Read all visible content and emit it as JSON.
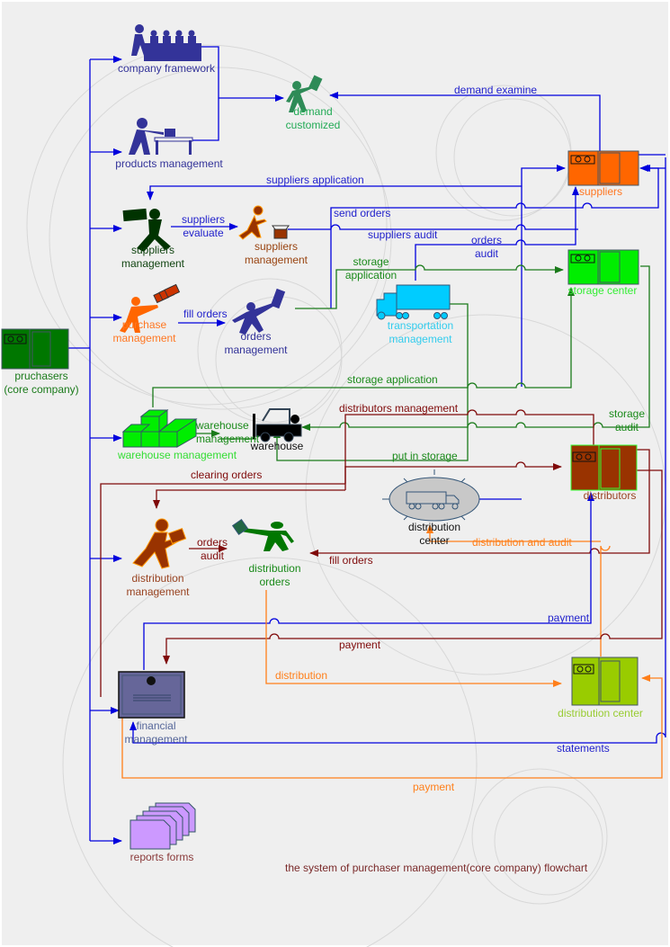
{
  "title": "the system of purchaser management(core company) flowchart",
  "colors": {
    "background": "#efefef",
    "blue": "#0000dd",
    "green": "#1a7a1a",
    "darkred": "#7f0a0a",
    "orange": "#ff7f1a",
    "navy": "#333399",
    "demand_green": "#2e8b57",
    "supplier_orange": "#ff6600",
    "storage_green": "#00ee00",
    "distributor_brown": "#993300",
    "dist_center_lime": "#99cc00",
    "truck_cyan": "#00ccff",
    "financial_slate": "#666699",
    "reports_purple": "#cc99ff"
  },
  "nodes": {
    "purchasers": {
      "line1": "pruchasers",
      "line2": "(core company)",
      "icon": "server-cabinet-icon"
    },
    "company_framework": {
      "label": "company framework",
      "icon": "meeting-icon"
    },
    "products_management": {
      "label": "products management",
      "icon": "worker-desk-icon"
    },
    "demand_customized": {
      "line1": "demand",
      "line2": "customized",
      "icon": "person-sign-icon"
    },
    "suppliers": {
      "label": "suppliers",
      "icon": "server-cabinet-icon"
    },
    "suppliers_management_1": {
      "line1": "suppliers",
      "line2": "management",
      "icon": "person-sign-icon"
    },
    "suppliers_management_2": {
      "line1": "suppliers",
      "line2": "management",
      "icon": "worker-box-icon"
    },
    "purchase_management": {
      "line1": "purchase",
      "line2": "management",
      "icon": "person-cards-icon"
    },
    "orders_management": {
      "line1": "orders",
      "line2": "management",
      "icon": "person-sign-icon"
    },
    "transportation_management": {
      "line1": "transportation",
      "line2": "management",
      "icon": "truck-icon"
    },
    "storage_center": {
      "label": "storage center",
      "icon": "server-cabinet-icon"
    },
    "warehouse_management": {
      "label": "warehouse management",
      "icon": "boxes-icon"
    },
    "warehouse": {
      "label": "warehouse",
      "icon": "forklift-icon"
    },
    "distributors": {
      "label": "distributors",
      "icon": "server-cabinet-icon"
    },
    "distribution_center_hub": {
      "line1": "distribution",
      "line2": "center",
      "icon": "truck-hub-icon"
    },
    "distribution_management": {
      "line1": "distribution",
      "line2": "management",
      "icon": "person-running-icon"
    },
    "distribution_orders": {
      "line1": "distribution",
      "line2": "orders",
      "icon": "person-sign-icon"
    },
    "distribution_center": {
      "label": "distribution center",
      "icon": "server-cabinet-icon"
    },
    "financial_management": {
      "line1": "financial",
      "line2": "management",
      "icon": "certificate-icon"
    },
    "reports_forms": {
      "label": "reports forms",
      "icon": "documents-icon"
    }
  },
  "edges": {
    "demand_examine": "demand examine",
    "suppliers_application": "suppliers application",
    "suppliers_evaluate_1": "suppliers",
    "suppliers_evaluate_2": "evaluate",
    "send_orders": "send orders",
    "suppliers_audit": "suppliers audit",
    "orders_audit_top_1": "orders",
    "orders_audit_top_2": "audit",
    "storage_application_top_1": "storage",
    "storage_application_top_2": "application",
    "fill_orders_top": "fill orders",
    "storage_application_mid": "storage application",
    "distributors_management": "distributors management",
    "warehouse_management_1": "warehouse",
    "warehouse_management_2": "management",
    "storage_audit_1": "storage",
    "storage_audit_2": "audit",
    "put_in_storage": "put in storage",
    "clearing_orders": "clearing orders",
    "orders_audit_mid_1": "orders",
    "orders_audit_mid_2": "audit",
    "distribution_and_audit": "distribution and audit",
    "fill_orders_mid": "fill orders",
    "payment_blue": "payment",
    "payment_red": "payment",
    "distribution": "distribution",
    "statements": "statements",
    "payment_orange": "payment"
  }
}
